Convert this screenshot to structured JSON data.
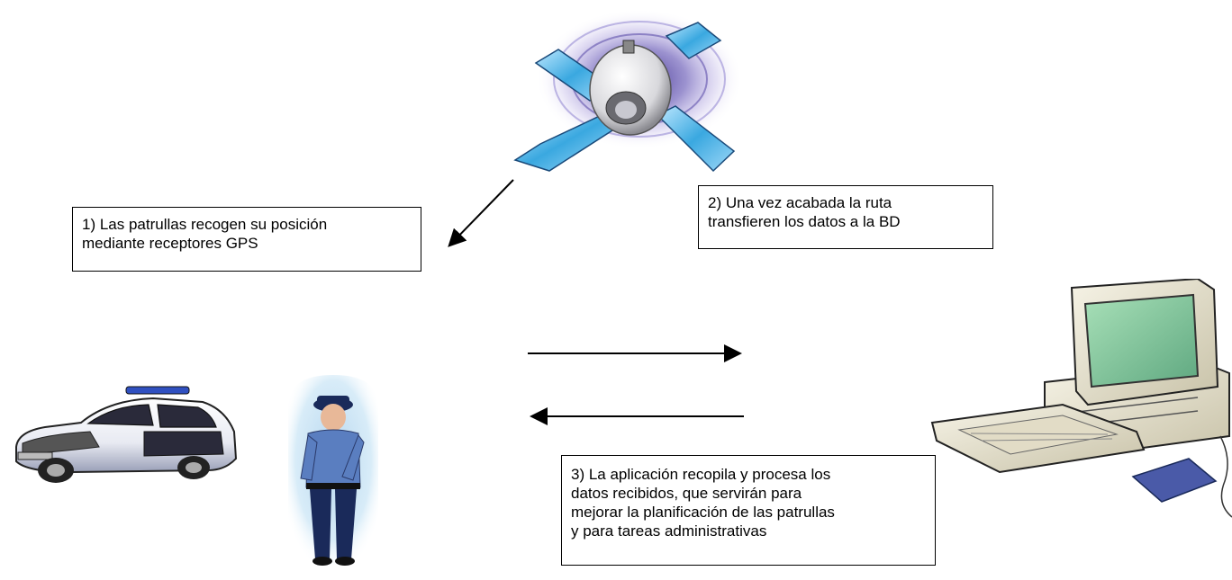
{
  "steps": {
    "step1": {
      "lines": [
        "1) Las patrullas recogen su posición",
        "mediante receptores GPS"
      ]
    },
    "step2": {
      "lines": [
        "2) Una vez acabada la ruta",
        "transfieren los datos a la BD"
      ]
    },
    "step3": {
      "lines": [
        "3) La aplicación recopila y procesa los",
        "datos recibidos, que servirán para",
        "mejorar la planificación de las patrullas",
        "y para tareas administrativas"
      ]
    }
  },
  "icons": {
    "satellite": "satellite-icon",
    "car": "police-car-icon",
    "officer": "police-officer-icon",
    "computer": "desktop-computer-icon"
  },
  "colors": {
    "satellite_glow": "#3a2a8a",
    "panel_blue": "#3aa8e0",
    "car_body": "#e8eaf2",
    "officer_uniform": "#5a7ec0",
    "screen_green": "#7fc89a",
    "computer_body": "#ece8d8",
    "mouse_blue": "#4a5aa8",
    "arrow": "#000000"
  }
}
